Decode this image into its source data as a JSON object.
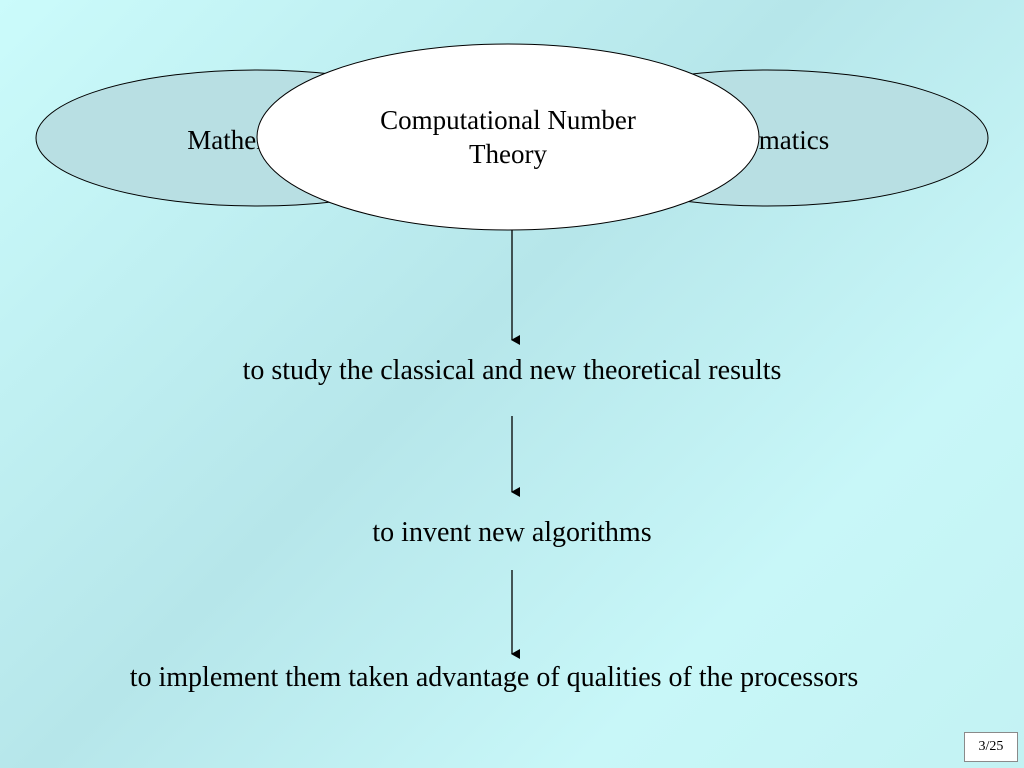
{
  "diagram": {
    "left_node": "Mathematics",
    "right_node": "Informatics",
    "center_node": [
      "Computational Number",
      "Theory"
    ],
    "steps": [
      "to study the classical and new theoretical results",
      "to invent new algorithms",
      "to implement them taken advantage of qualities of the processors"
    ]
  },
  "footer": {
    "page_indicator": "3/25"
  },
  "colors": {
    "side_ellipse_fill": "#b8dfe3",
    "center_ellipse_fill": "#ffffff",
    "stroke": "#000000"
  }
}
